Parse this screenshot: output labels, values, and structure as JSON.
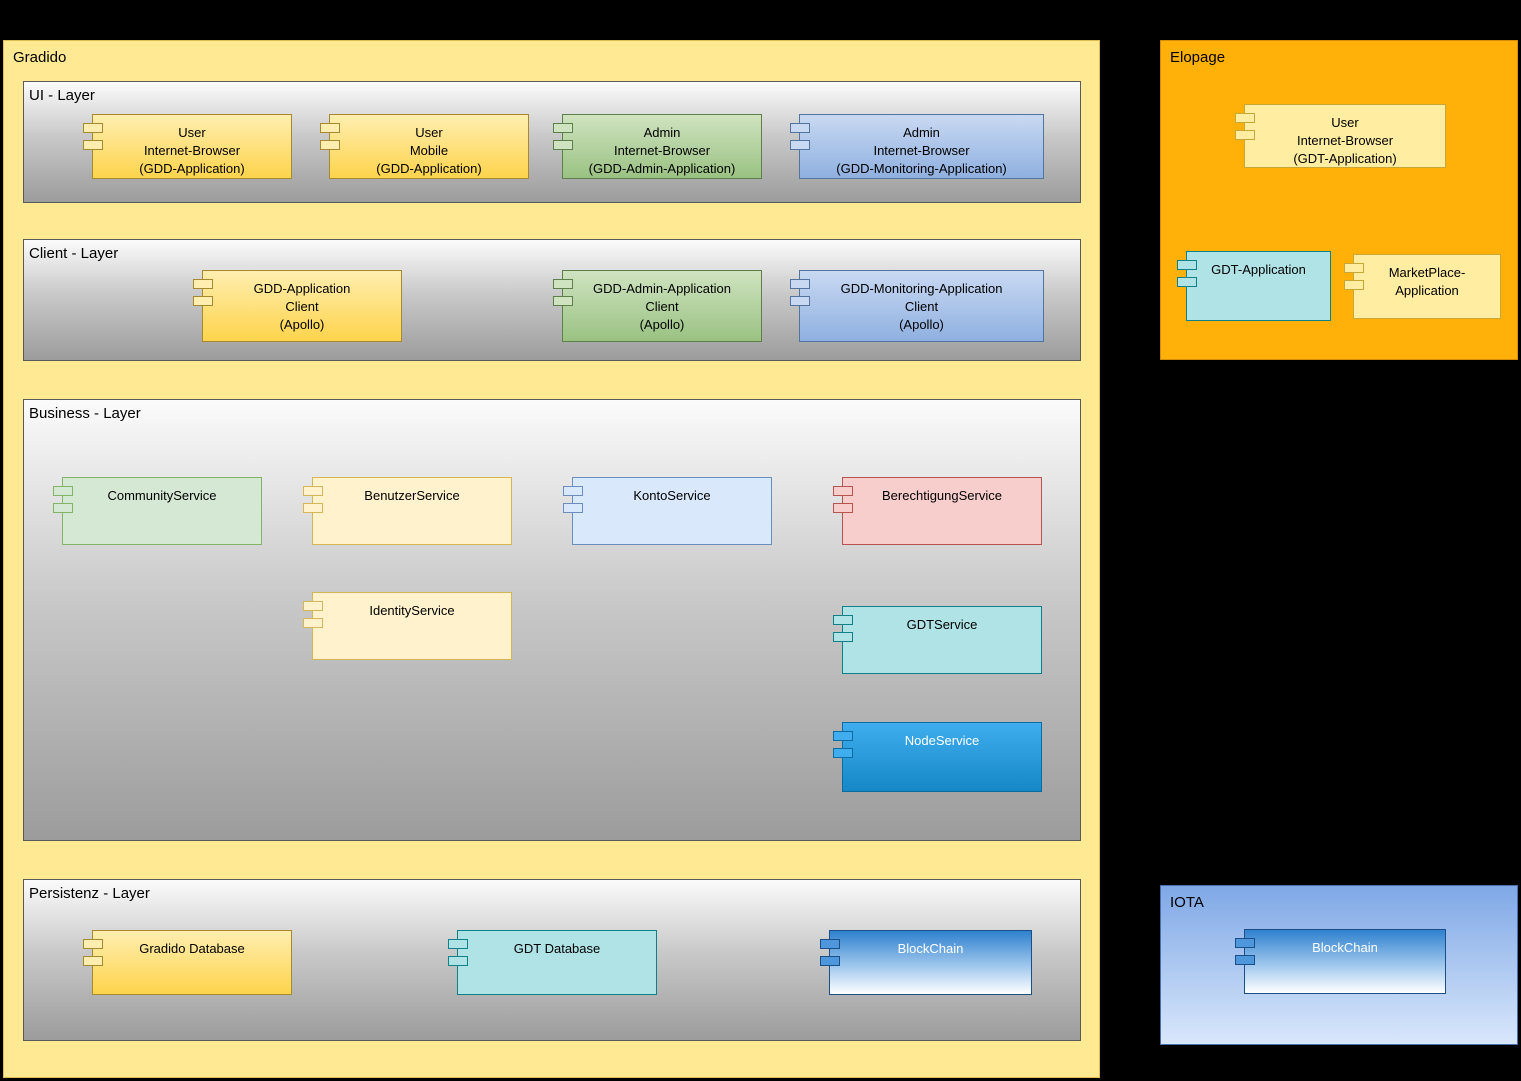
{
  "gradido": {
    "title": "Gradido",
    "ui_layer": {
      "title": "UI - Layer",
      "components": [
        {
          "label": "User\nInternet-Browser\n(GDD-Application)"
        },
        {
          "label": "User\nMobile\n(GDD-Application)"
        },
        {
          "label": "Admin\nInternet-Browser\n(GDD-Admin-Application)"
        },
        {
          "label": "Admin\nInternet-Browser\n(GDD-Monitoring-Application)"
        }
      ]
    },
    "client_layer": {
      "title": "Client - Layer",
      "components": [
        {
          "label": "GDD-Application\nClient\n(Apollo)"
        },
        {
          "label": "GDD-Admin-Application\nClient\n(Apollo)"
        },
        {
          "label": "GDD-Monitoring-Application\nClient\n(Apollo)"
        }
      ]
    },
    "business_layer": {
      "title": "Business - Layer",
      "components": [
        {
          "label": "CommunityService"
        },
        {
          "label": "BenutzerService"
        },
        {
          "label": "KontoService"
        },
        {
          "label": "BerechtigungService"
        },
        {
          "label": "IdentityService"
        },
        {
          "label": "GDTService"
        },
        {
          "label": "NodeService"
        }
      ]
    },
    "persistenz_layer": {
      "title": "Persistenz - Layer",
      "components": [
        {
          "label": "Gradido Database"
        },
        {
          "label": "GDT Database"
        },
        {
          "label": "BlockChain"
        }
      ]
    }
  },
  "elopage": {
    "title": "Elopage",
    "components": [
      {
        "label": "User\nInternet-Browser\n(GDT-Application)"
      },
      {
        "label": "GDT-Application"
      },
      {
        "label": "MarketPlace-\nApplication"
      }
    ]
  },
  "iota": {
    "title": "IOTA",
    "components": [
      {
        "label": "BlockChain"
      }
    ]
  },
  "palette": {
    "background": "#000000",
    "gradido_fill": "#ffe993",
    "elopage_fill": "#ffb10a",
    "layer_gradient_top": "#fbfbfb",
    "layer_gradient_bottom": "#9c9c9c",
    "gold_component": "#fdd44c",
    "green_component": "#9ac282",
    "blue_component": "#8fb0e0",
    "light_green": "#d5e8d4",
    "light_yellow": "#fff2cc",
    "light_blue": "#dae8fc",
    "pink": "#f8cecc",
    "teal": "#b0e3e6",
    "bright_blue": "#1ba1e2",
    "blockchain_blue": "#2f81cf",
    "iota_gradient_top": "#7fa8e6",
    "iota_gradient_bottom": "#d9e7fb"
  }
}
